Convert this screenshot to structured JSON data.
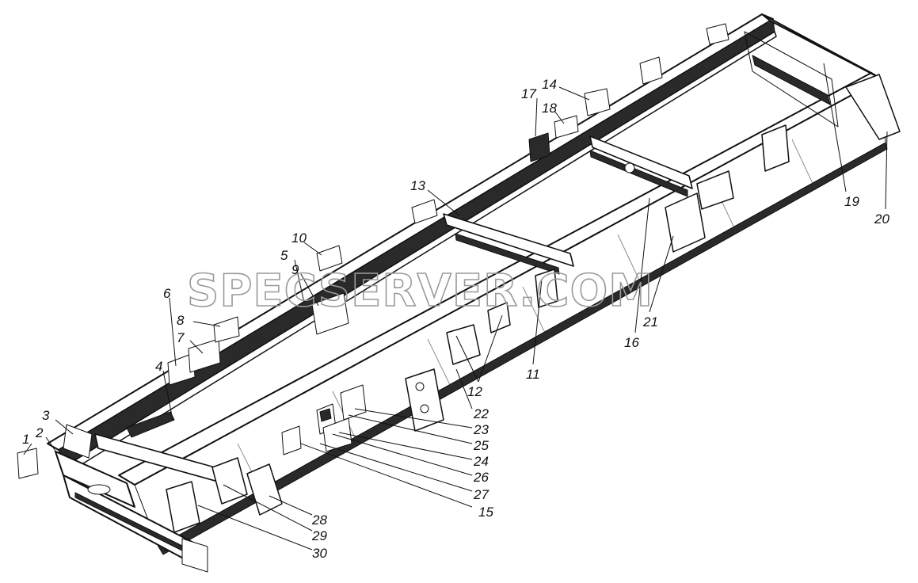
{
  "watermark": "SPECSERVER.COM",
  "callouts": [
    {
      "id": "1",
      "text": "1"
    },
    {
      "id": "2",
      "text": "2"
    },
    {
      "id": "3",
      "text": "3"
    },
    {
      "id": "4",
      "text": "4"
    },
    {
      "id": "5",
      "text": "5"
    },
    {
      "id": "6",
      "text": "6"
    },
    {
      "id": "7",
      "text": "7"
    },
    {
      "id": "8",
      "text": "8"
    },
    {
      "id": "9",
      "text": "9"
    },
    {
      "id": "10",
      "text": "10"
    },
    {
      "id": "11",
      "text": "11"
    },
    {
      "id": "12",
      "text": "12"
    },
    {
      "id": "13",
      "text": "13"
    },
    {
      "id": "14",
      "text": "14"
    },
    {
      "id": "15",
      "text": "15"
    },
    {
      "id": "16",
      "text": "16"
    },
    {
      "id": "17",
      "text": "17"
    },
    {
      "id": "18",
      "text": "18"
    },
    {
      "id": "19",
      "text": "19"
    },
    {
      "id": "20",
      "text": "20"
    },
    {
      "id": "21",
      "text": "21"
    },
    {
      "id": "22",
      "text": "22"
    },
    {
      "id": "23",
      "text": "23"
    },
    {
      "id": "24",
      "text": "24"
    },
    {
      "id": "25",
      "text": "25"
    },
    {
      "id": "26",
      "text": "26"
    },
    {
      "id": "27",
      "text": "27"
    },
    {
      "id": "28",
      "text": "28"
    },
    {
      "id": "29",
      "text": "29"
    },
    {
      "id": "30",
      "text": "30"
    }
  ]
}
